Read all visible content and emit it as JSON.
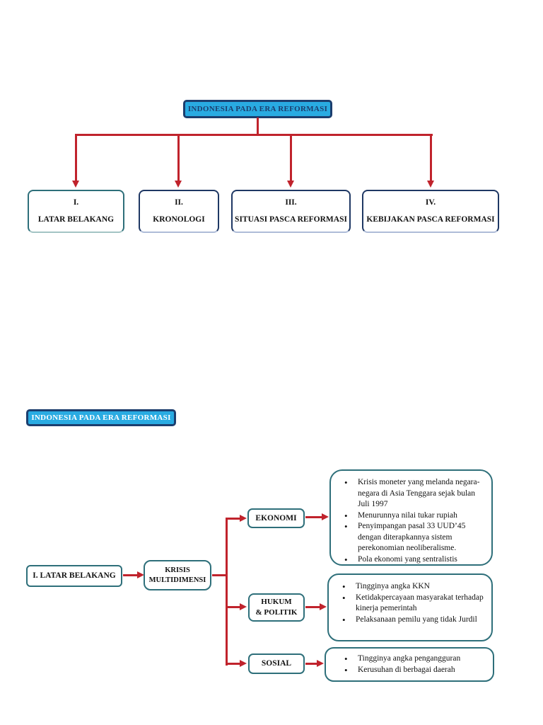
{
  "colors": {
    "banner_fill": "#29abe2",
    "banner_border": "#1c3e6e",
    "navy_border": "#1f3864",
    "teal_border": "#2e6f7a",
    "connector_red": "#c0232c",
    "page_background": "#ffffff"
  },
  "diagram_top": {
    "title": "INDONESIA PADA ERA REFORMASI",
    "nodes": [
      {
        "numeral": "I.",
        "label": "LATAR BELAKANG"
      },
      {
        "numeral": "II.",
        "label": "KRONOLOGI"
      },
      {
        "numeral": "III.",
        "label": "SITUASI PASCA REFORMASI"
      },
      {
        "numeral": "IV.",
        "label": "KEBIJAKAN PASCA REFORMASI"
      }
    ]
  },
  "diagram_bottom": {
    "title": "INDONESIA PADA ERA REFORMASI",
    "root_label": "I.  LATAR BELAKANG",
    "hub_line1": "KRISIS",
    "hub_line2": "MULTIDIMENSI",
    "branches": [
      {
        "label_line1": "EKONOMI",
        "label_line2": "",
        "bullets": [
          "Krisis moneter yang melanda negara-negara di Asia Tenggara sejak bulan Juli 1997",
          "Menurunnya nilai tukar rupiah",
          "Penyimpangan pasal 33 UUD’45 dengan diterapkannya sistem perekonomian neoliberalisme.",
          "Pola ekonomi yang sentralistis"
        ]
      },
      {
        "label_line1": "HUKUM",
        "label_line2": "& POLITIK",
        "bullets": [
          "Tingginya angka KKN",
          "Ketidakpercayaan masyarakat terhadap kinerja pemerintah",
          "Pelaksanaan pemilu yang tidak Jurdil"
        ]
      },
      {
        "label_line1": "SOSIAL",
        "label_line2": "",
        "bullets": [
          "Tingginya angka pengangguran",
          "Kerusuhan di berbagai daerah"
        ]
      }
    ]
  }
}
